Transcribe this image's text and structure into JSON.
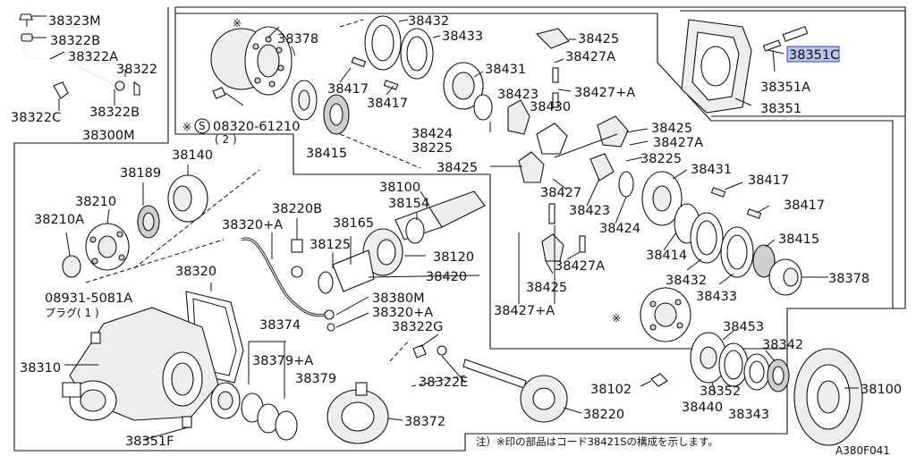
{
  "diagram_id": "A380F041",
  "note": "注）※印の部品はコード38421Sの構成を示します。",
  "labels": {
    "p38323M": "38323M",
    "p38322B_top": "38322B",
    "p38322A": "38322A",
    "p38322": "38322",
    "p38322C": "38322C",
    "p38322B_mid": "38322B",
    "p38300M": "38300M",
    "p38378_top": "38378",
    "p38417_a": "38417",
    "p38417_b": "38417",
    "p08320": "08320-61210",
    "p08320_qty": "( 2 )",
    "p38415_top": "38415",
    "p38432_top": "38432",
    "p38433_top": "38433",
    "p38431_top": "38431",
    "p38423_top": "38423",
    "p38430": "38430",
    "p38424_top": "38424",
    "p38225_top": "38225",
    "p38425_top": "38425",
    "p38427A_top": "38427A",
    "p38427pA_top": "38427+A",
    "p38425_mid": "38425",
    "p38427A_mid": "38427A",
    "p38225_mid": "38225",
    "p38425_left": "38425",
    "p38427_mid": "38427",
    "p38423_mid": "38423",
    "p38424_mid": "38424",
    "p38431_mid": "38431",
    "p38417_c": "38417",
    "p38417_d": "38417",
    "p38415_mid": "38415",
    "p38414": "38414",
    "p38432_mid": "38432",
    "p38433_mid": "38433",
    "p38378_mid": "38378",
    "p38427A_low": "38427A",
    "p38425_low": "38425",
    "p38427pA_low": "38427+A",
    "p38351C": "38351C",
    "p38351A": "38351A",
    "p38351": "38351",
    "p38140": "38140",
    "p38189": "38189",
    "p38210": "38210",
    "p38210A": "38210A",
    "p38320pA_top": "38320+A",
    "p38220B": "38220B",
    "p38165": "38165",
    "p38125": "38125",
    "p38100_top": "38100",
    "p38154": "38154",
    "p38120": "38120",
    "p38420": "38420",
    "p38320": "38320",
    "p08931": "08931-5081A",
    "p_plug": "プラグ( 1 )",
    "p38380M": "38380M",
    "p38320pA_mid": "38320+A",
    "p38374": "38374",
    "p38322G": "38322G",
    "p38310": "38310",
    "p38379pA": "38379+A",
    "p38379": "38379",
    "p38322E": "38322E",
    "p38372": "38372",
    "p38351F": "38351F",
    "p38220": "38220",
    "p38102": "38102",
    "p38440": "38440",
    "p38352": "38352",
    "p38343": "38343",
    "p38453": "38453",
    "p38342": "38342",
    "p38100_low": "38100"
  },
  "marks": {
    "asterisk": "※",
    "s_circle": "S"
  },
  "colors": {
    "line": "#111111",
    "highlight": "#b8c4ec",
    "background": "#ffffff"
  }
}
